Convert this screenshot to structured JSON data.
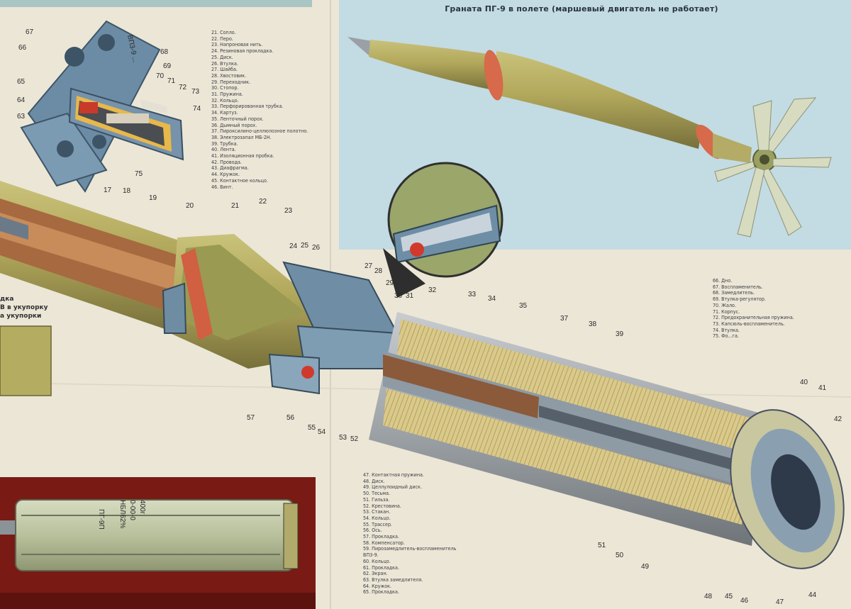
{
  "title": "Граната ПГ-9 в полете (маршевый двигатель не работает)",
  "side_text": [
    "дка",
    "В в укупорку",
    "а укупорки"
  ],
  "legend_a": [
    "21. Сопло.",
    "22. Перо.",
    "23. Напроновая нить.",
    "24. Резиновая прокладка.",
    "25. Диск.",
    "26. Втулка.",
    "27. Шайба.",
    "28. Хвостовик.",
    "29. Переходник.",
    "30. Стопор.",
    "31. Пружина.",
    "32. Кольцо.",
    "33. Перфорированная трубка.",
    "34. Картуз.",
    "35. Ленточный порох.",
    "36. Дымный порох.",
    "37. Пироксилино-целлюлозное полотно.",
    "38. Электрозапал МБ-2Н.",
    "39. Трубка.",
    "40. Лента.",
    "41. Изоляционная пробка.",
    "42. Провода.",
    "43. Диафрагма.",
    "44. Кружок.",
    "45. Контактное кольцо.",
    "46. Винт."
  ],
  "legend_b": [
    "66. Дно.",
    "67. Воспламенитель.",
    "68. Замедлитель.",
    "69. Втулка-регулятор.",
    "70. Жало.",
    "71. Корпус.",
    "72. Предохранительная пружина.",
    "73. Капсюль-воспламенитель.",
    "74. Втулка.",
    "75. Фо...га."
  ],
  "legend_c": [
    "47. Контактная пружина.",
    "48. Диск.",
    "49. Целлулоидный диск.",
    "50. Тесьма.",
    "51. Гильза.",
    "52. Крестовина.",
    "53. Стакан.",
    "54. Кольцо.",
    "55. Трассер.",
    "56. Ось.",
    "57. Прокладка.",
    "58. Компенсатор.",
    "59. Пирозамедлитель-воспламенитель",
    "ВПЗ-9.",
    "60. Кольцо.",
    "61. Прокладка.",
    "62. Экран.",
    "63. Втулка замедлителя.",
    "64. Кружок.",
    "65. Прокладка."
  ],
  "callouts": {
    "upper": [
      "67",
      "66",
      "65",
      "64",
      "63",
      "68",
      "69",
      "70",
      "71",
      "72",
      "73",
      "74",
      "75"
    ],
    "main": [
      "17",
      "18",
      "19",
      "20",
      "21",
      "22",
      "23",
      "24",
      "25",
      "26",
      "27",
      "28",
      "29",
      "30",
      "31",
      "32",
      "33",
      "34",
      "35",
      "37",
      "38",
      "39",
      "40",
      "41",
      "42",
      "57",
      "56",
      "55",
      "54",
      "53",
      "52",
      "51",
      "50",
      "49",
      "48",
      "45",
      "46",
      "47",
      "44"
    ]
  },
  "case_markings": [
    "ПГ-9П",
    "НБЛ62%",
    "0-00-0",
    "400г"
  ],
  "fuze_marking": "ВП3-9 ...",
  "colors": {
    "paper": "#ece6d6",
    "sky": "#c3dbe3",
    "olive": "#b4aa5e",
    "brown": "#a06844",
    "blue_gray": "#6d90a8",
    "dark_red": "#7a1a14"
  }
}
